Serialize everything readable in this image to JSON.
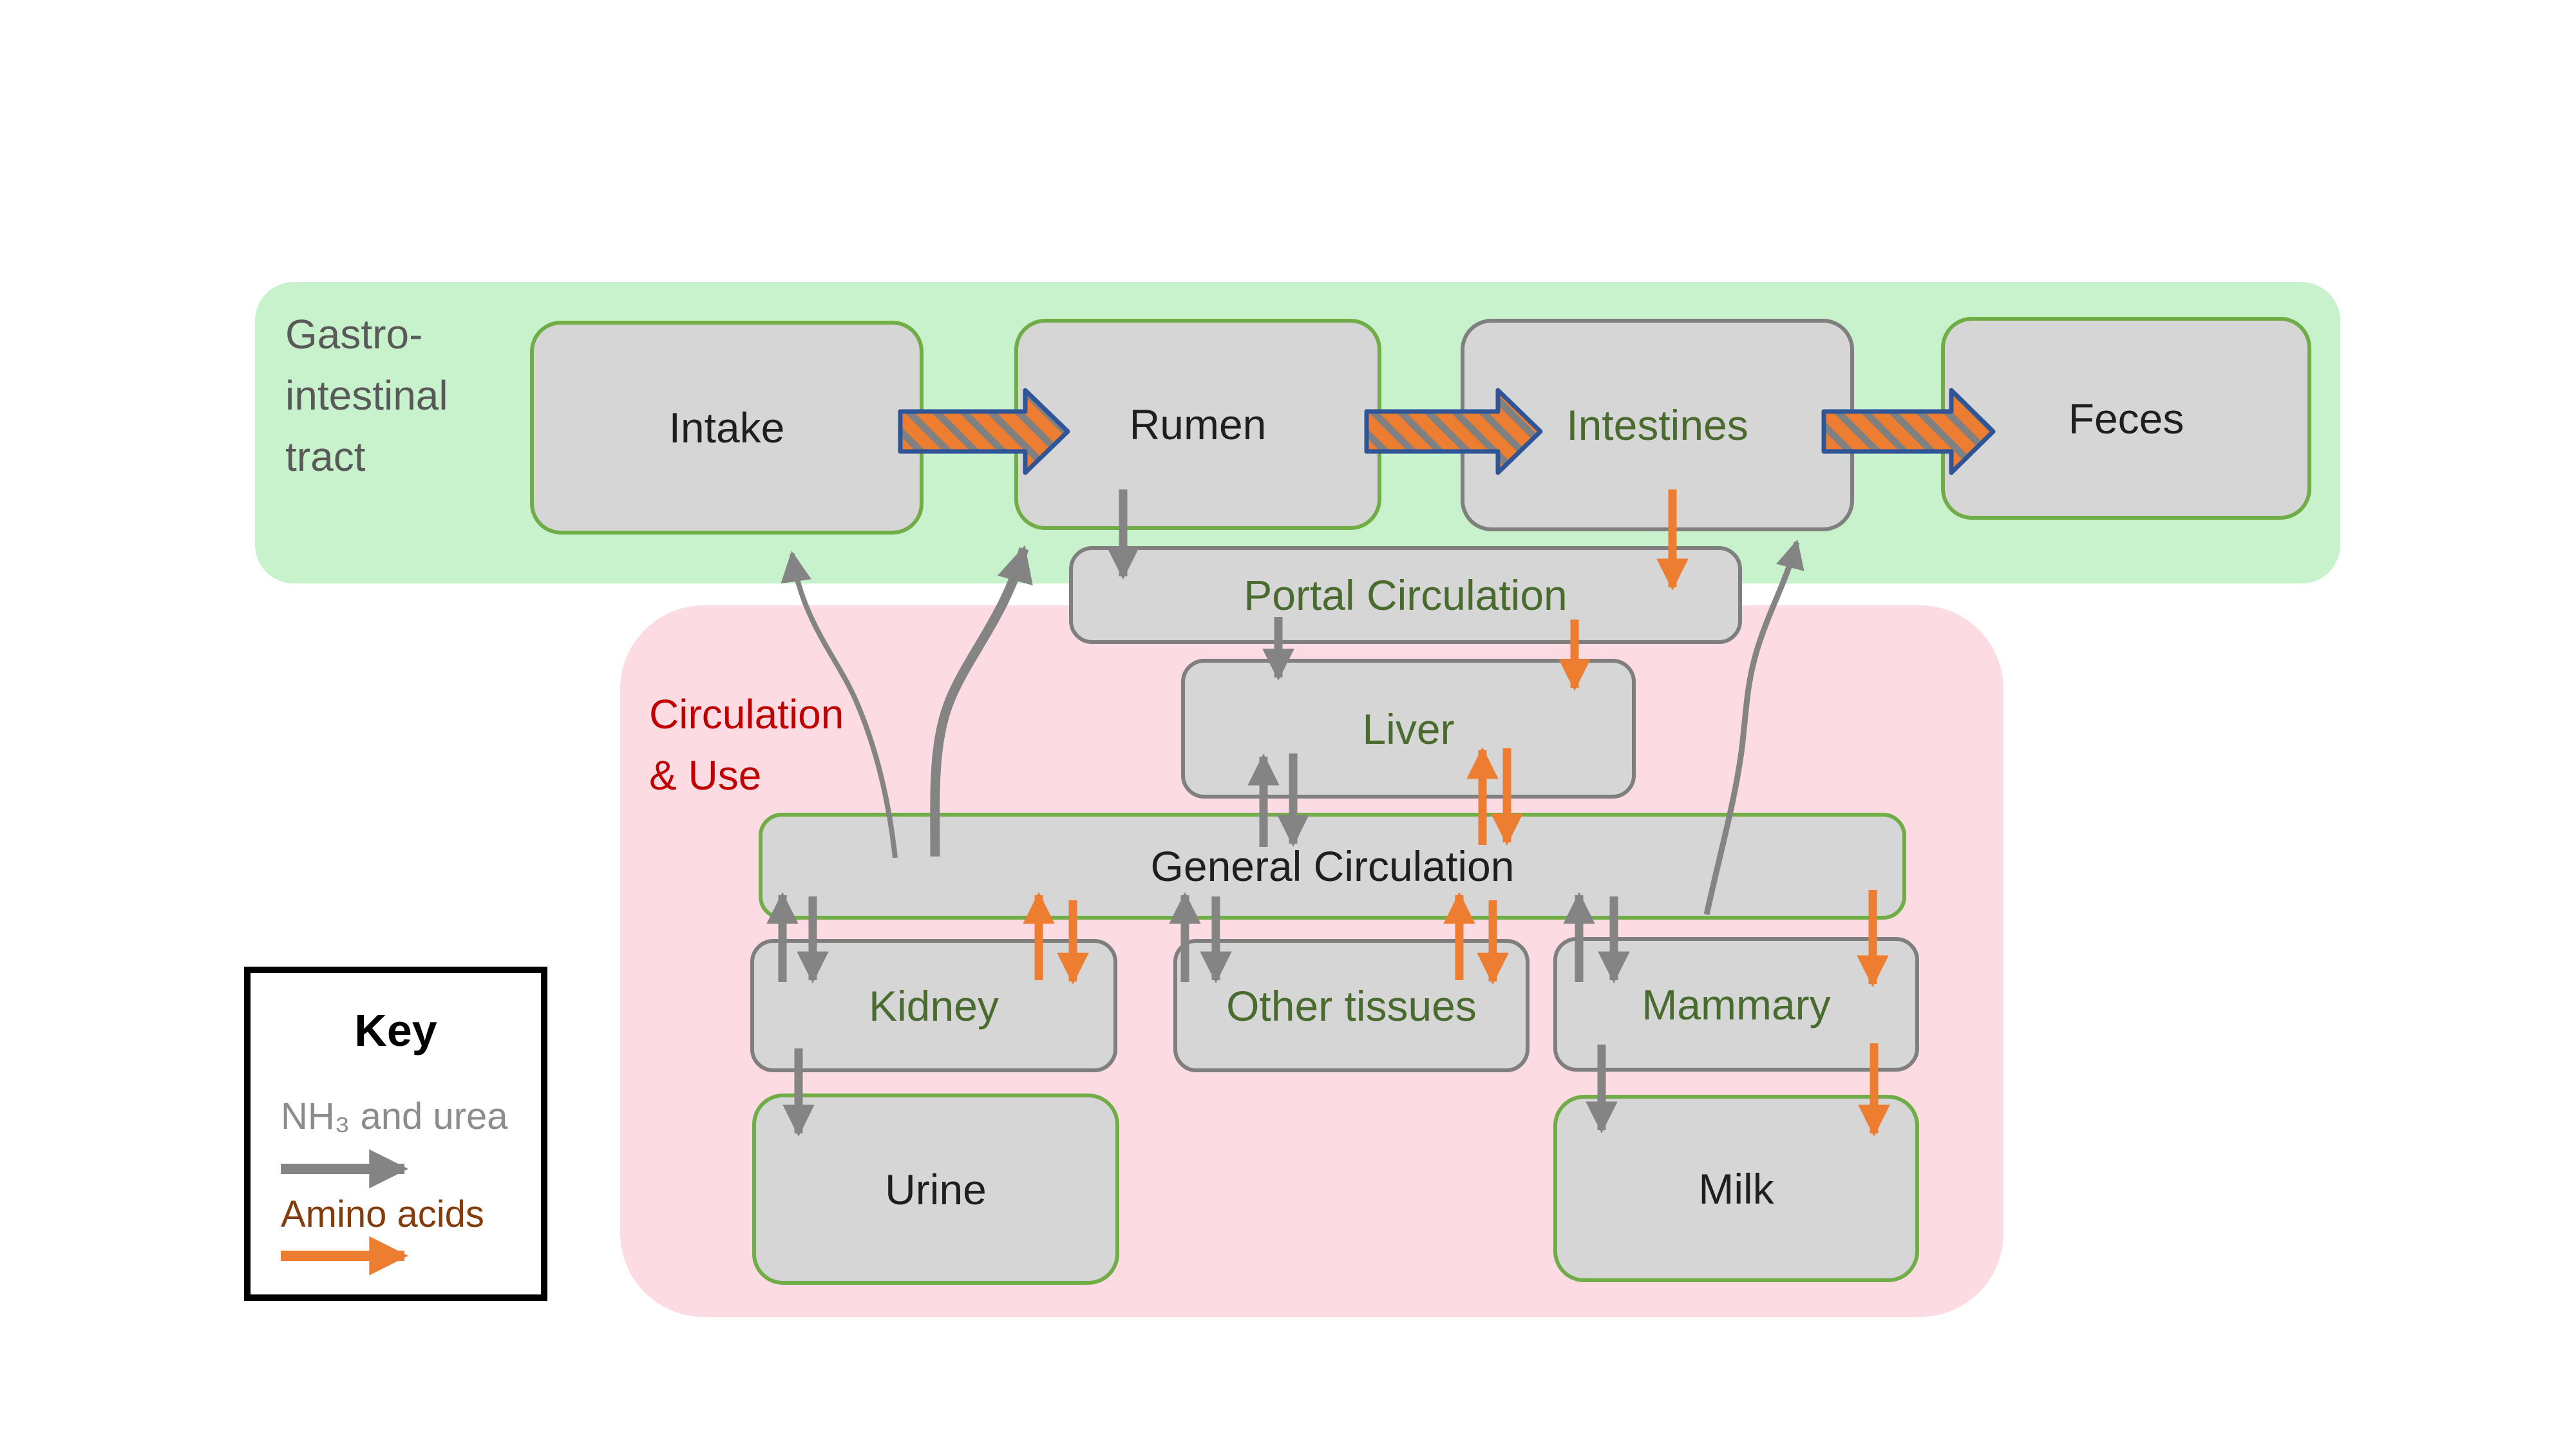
{
  "panels": {
    "gi_tract": {
      "label": "Gastro-\nintestinal\ntract"
    },
    "circulation_use": {
      "label": "Circulation\n& Use"
    }
  },
  "boxes": {
    "intake": "Intake",
    "rumen": "Rumen",
    "intestines": "Intestines",
    "feces": "Feces",
    "portal": "Portal Circulation",
    "liver": "Liver",
    "general": "General Circulation",
    "kidney": "Kidney",
    "other_tissues": "Other tissues",
    "mammary": "Mammary",
    "urine": "Urine",
    "milk": "Milk"
  },
  "key": {
    "title": "Key",
    "items": [
      {
        "label": "NH₃ and urea",
        "color": "#848484"
      },
      {
        "label": "Amino acids",
        "color": "#843c0c"
      }
    ]
  },
  "colors": {
    "gi_panel_bg": "#c8f2cc",
    "circulation_panel_bg": "#fcdce2",
    "box_fill": "#d6d6d6",
    "green_border": "#70ad47",
    "gray_border": "#7f7f7f",
    "dark_green_text": "#4a6b2e",
    "gray_label_text": "#595959",
    "red_label_text": "#c00000",
    "gray_arrow": "#848484",
    "orange_arrow": "#ed7d31",
    "striped_arrow_border": "#2f5597",
    "amino_acids_text": "#843c0c"
  }
}
